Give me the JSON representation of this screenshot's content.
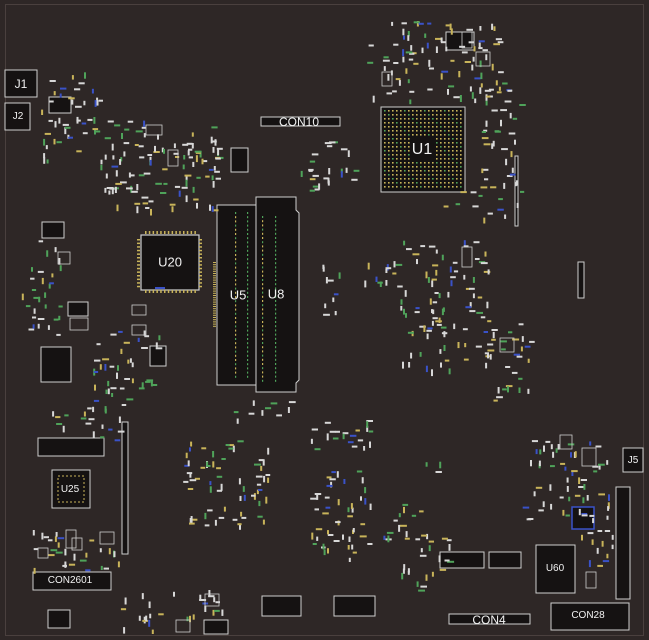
{
  "colors": {
    "board": "#2e2726",
    "outline": "#cfcfcf",
    "chip_fill": "#151212",
    "pad_yellow": "#c9b45a",
    "pad_green": "#4fa35a",
    "pad_blue": "#3a52c8",
    "pad_white": "#d8d8d8"
  },
  "labels": {
    "u1": "U1",
    "u20": "U20",
    "u5": "U5",
    "u8": "U8",
    "u25": "U25",
    "u60": "U60",
    "j1": "J1",
    "j2": "J2",
    "j5": "J5",
    "con10": "CON10",
    "con2601": "CON2601",
    "con4": "CON4",
    "con28": "CON28"
  }
}
